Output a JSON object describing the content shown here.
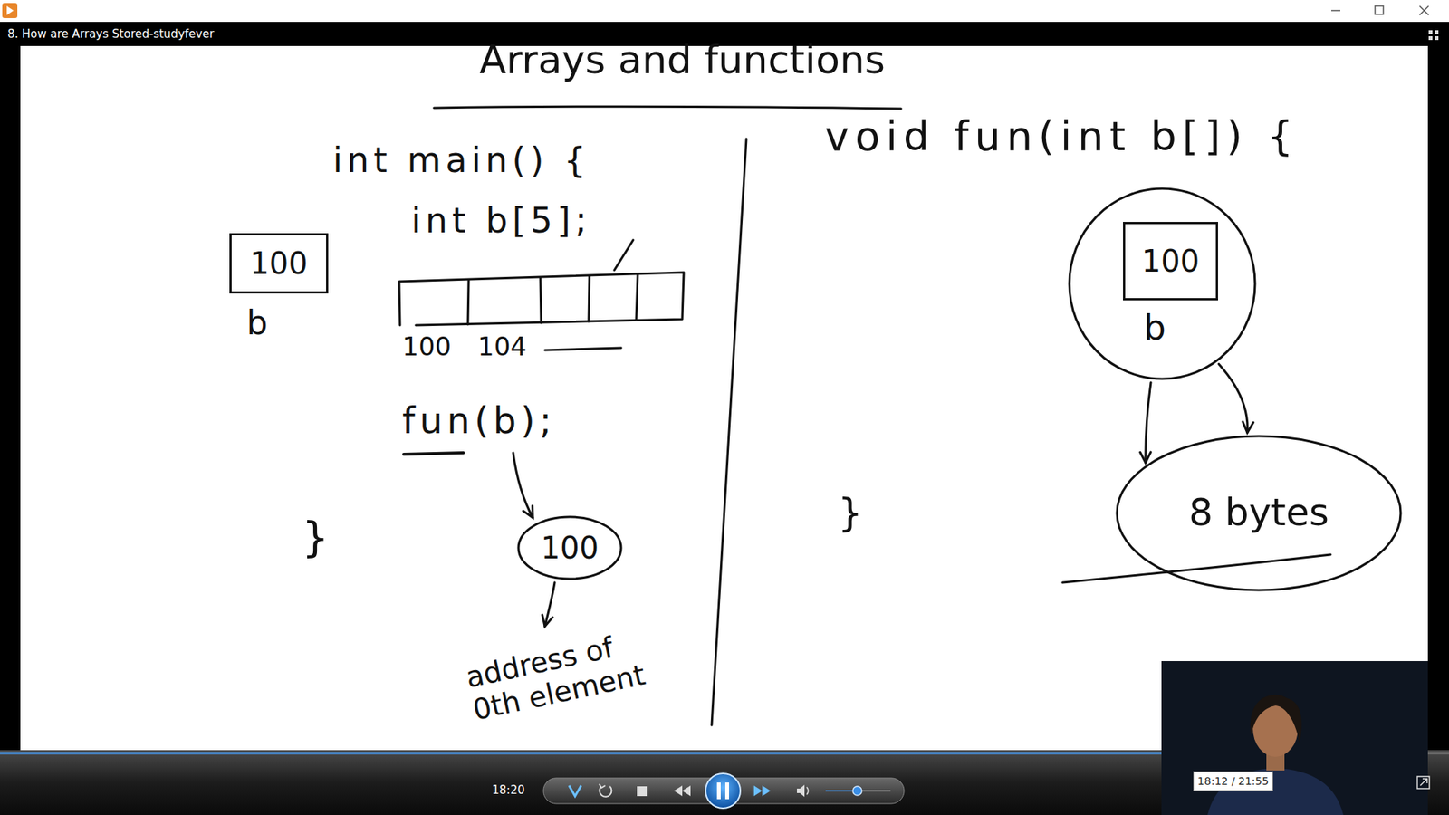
{
  "diagram": {
    "title": "Arrays and functions",
    "nodes": [
      {
        "text": [
          "100",
          "b"
        ]
      },
      {
        "text": [
          "100"
        ]
      },
      {
        "text": [
          "b"
        ]
      },
      {
        "text": [
          "100"
        ],
        "in": 2
      },
      {
        "text": [
          "8 bytes"
        ]
      },
      {
        "text": [
          "18:12 / 21:55"
        ]
      }
    ],
    "edges": [
      {
        "from": 2,
        "to": 4,
        "arrow": "to"
      },
      {
        "from": 2,
        "to": 4,
        "arrow": "to"
      }
    ],
    "labels": [
      "8. How are Arrays Stored-studyfever",
      "int main() {",
      "int b[5];",
      "100",
      "104",
      "fun(b);",
      "address of 0th element",
      "}",
      "}",
      "void fun(int b[]) {",
      "18:20"
    ]
  }
}
